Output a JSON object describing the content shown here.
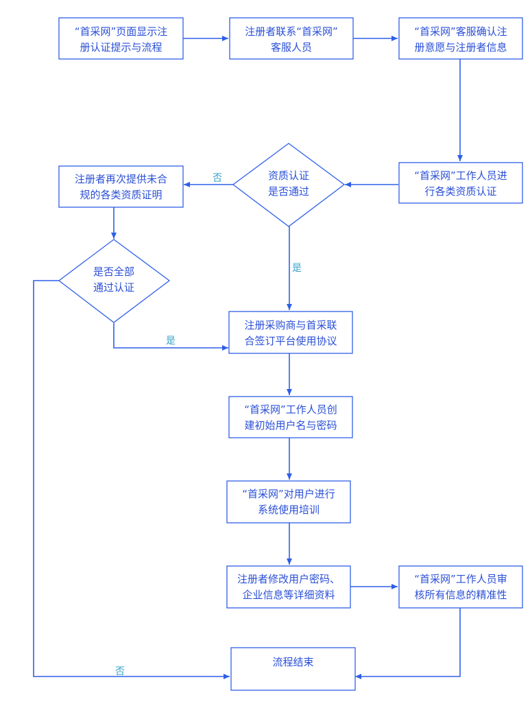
{
  "nodes": {
    "n1": [
      "“首采网”页面显示注",
      "册认证提示与流程"
    ],
    "n2": [
      "注册者联系“首采网”",
      "客服人员"
    ],
    "n3": [
      "“首采网”客服确认注",
      "册意愿与注册者信息"
    ],
    "n4": [
      "“首采网”工作人员进",
      "行各类资质认证"
    ],
    "d1": [
      "资质认证",
      "是否通过"
    ],
    "n5": [
      "注册者再次提供未合",
      "规的各类资质证明"
    ],
    "d2": [
      "是否全部",
      "通过认证"
    ],
    "n6": [
      "注册采购商与首采联",
      "合签订平台使用协议"
    ],
    "n7": [
      "“首采网”工作人员创",
      "建初始用户名与密码"
    ],
    "n8": [
      "“首采网”对用户进行",
      "系统使用培训"
    ],
    "n9": [
      "注册者修改用户密码、",
      "企业信息等详细资料"
    ],
    "n10": [
      "“首采网”工作人员审",
      "核所有信息的精准性"
    ],
    "end": [
      "流程结束"
    ]
  },
  "edge_labels": {
    "d1_no": "否",
    "d1_yes": "是",
    "d2_yes": "是",
    "d2_no": "否"
  }
}
